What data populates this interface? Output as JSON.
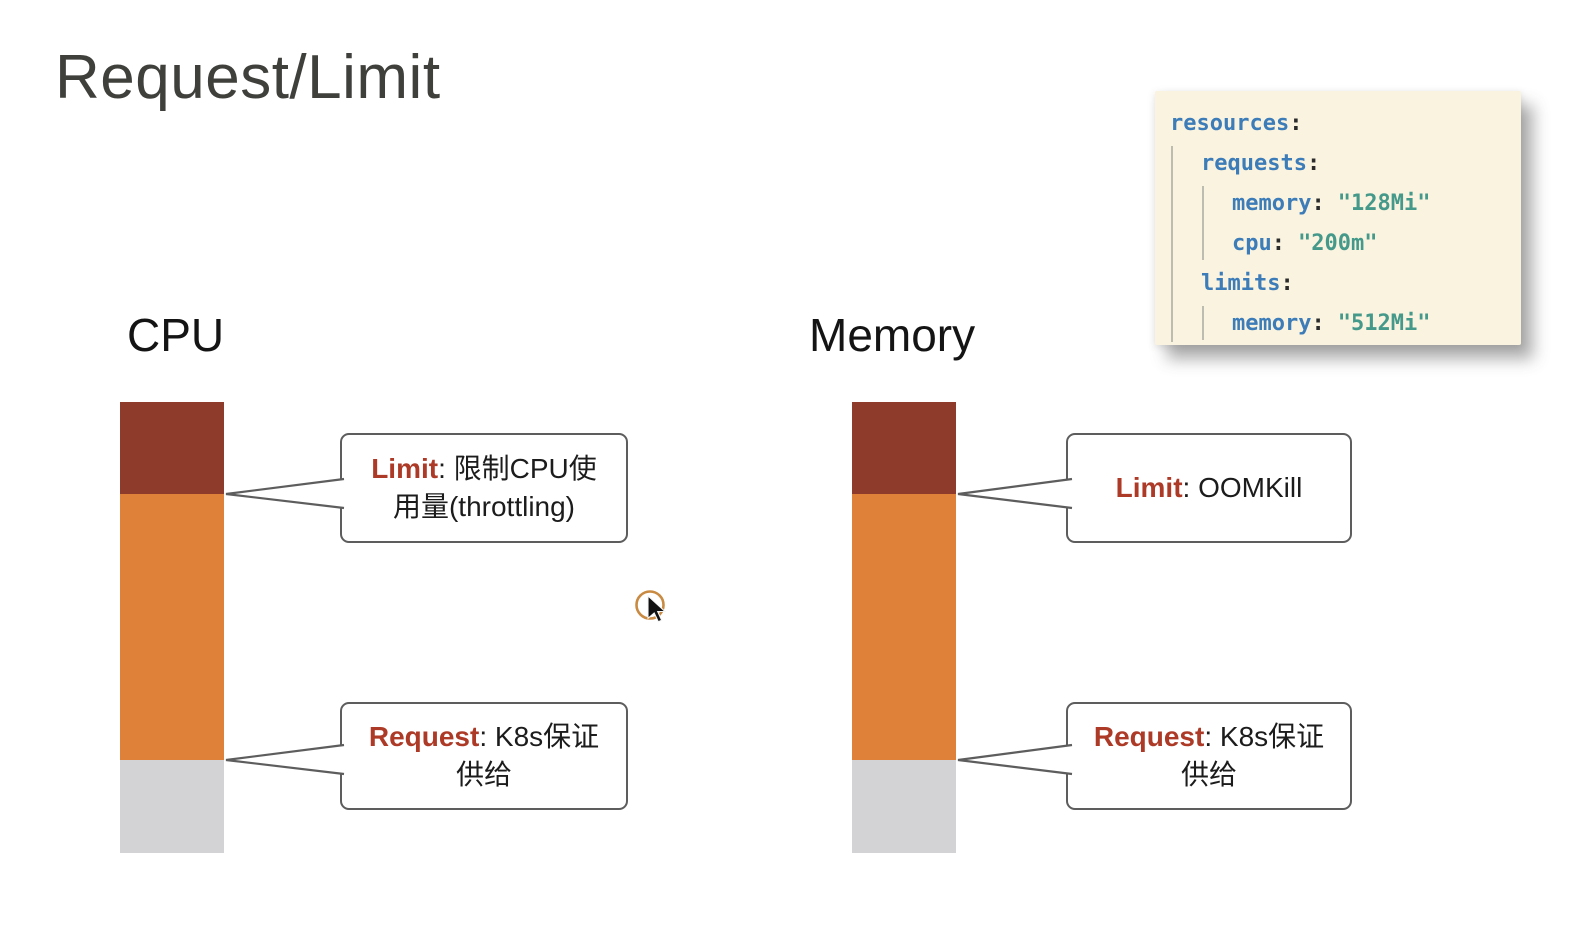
{
  "title": "Request/Limit",
  "code_block": {
    "colon": ":",
    "lines": [
      {
        "key": "resources",
        "value": ""
      },
      {
        "key": "requests",
        "value": ""
      },
      {
        "key": "memory",
        "value": "\"128Mi\""
      },
      {
        "key": "cpu",
        "value": "\"200m\""
      },
      {
        "key": "limits",
        "value": ""
      },
      {
        "key": "memory",
        "value": "\"512Mi\""
      }
    ],
    "colors": {
      "background": "#faf3e0",
      "key": "#3c7cb8",
      "value": "#44998a",
      "colon": "#2b2b2b"
    }
  },
  "cpu": {
    "label": "CPU",
    "callout_limit": {
      "term": "Limit",
      "rest": ": 限制CPU使用量(throttling)"
    },
    "callout_request": {
      "term": "Request",
      "rest": ": K8s保证供给"
    }
  },
  "memory": {
    "label": "Memory",
    "callout_limit": {
      "term": "Limit",
      "rest": ": OOMKill"
    },
    "callout_request": {
      "term": "Request",
      "rest": ": K8s保证供给"
    }
  },
  "bar_segments": [
    {
      "name": "over-limit",
      "color": "#8f3b2b",
      "height_pct": 20.4
    },
    {
      "name": "request-to-limit",
      "color": "#e08139",
      "height_pct": 58.9
    },
    {
      "name": "below-request",
      "color": "#d3d3d5",
      "height_pct": 20.7
    }
  ],
  "accent_colors": {
    "term_red": "#ad3a27",
    "callout_border": "#5d5d5d",
    "cursor_ring": "#c98a42"
  }
}
